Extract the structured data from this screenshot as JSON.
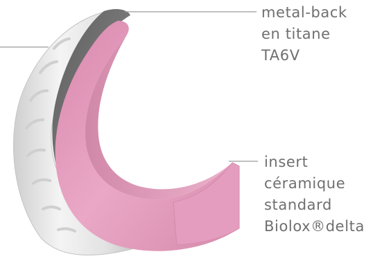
{
  "labels": {
    "metal_back": {
      "lines": [
        "metal-back",
        "en titane",
        "TA6V"
      ]
    },
    "insert": {
      "lines": [
        "insert",
        "céramique",
        "standard",
        "Biolox®delta"
      ]
    }
  },
  "colors": {
    "titanium_shell": "#e8e8e8",
    "titanium_inner": "#7a7a7a",
    "ceramic_insert": "#e39bbd",
    "leader_line": "#9a9a9a",
    "label_text": "#6f6f6f"
  }
}
